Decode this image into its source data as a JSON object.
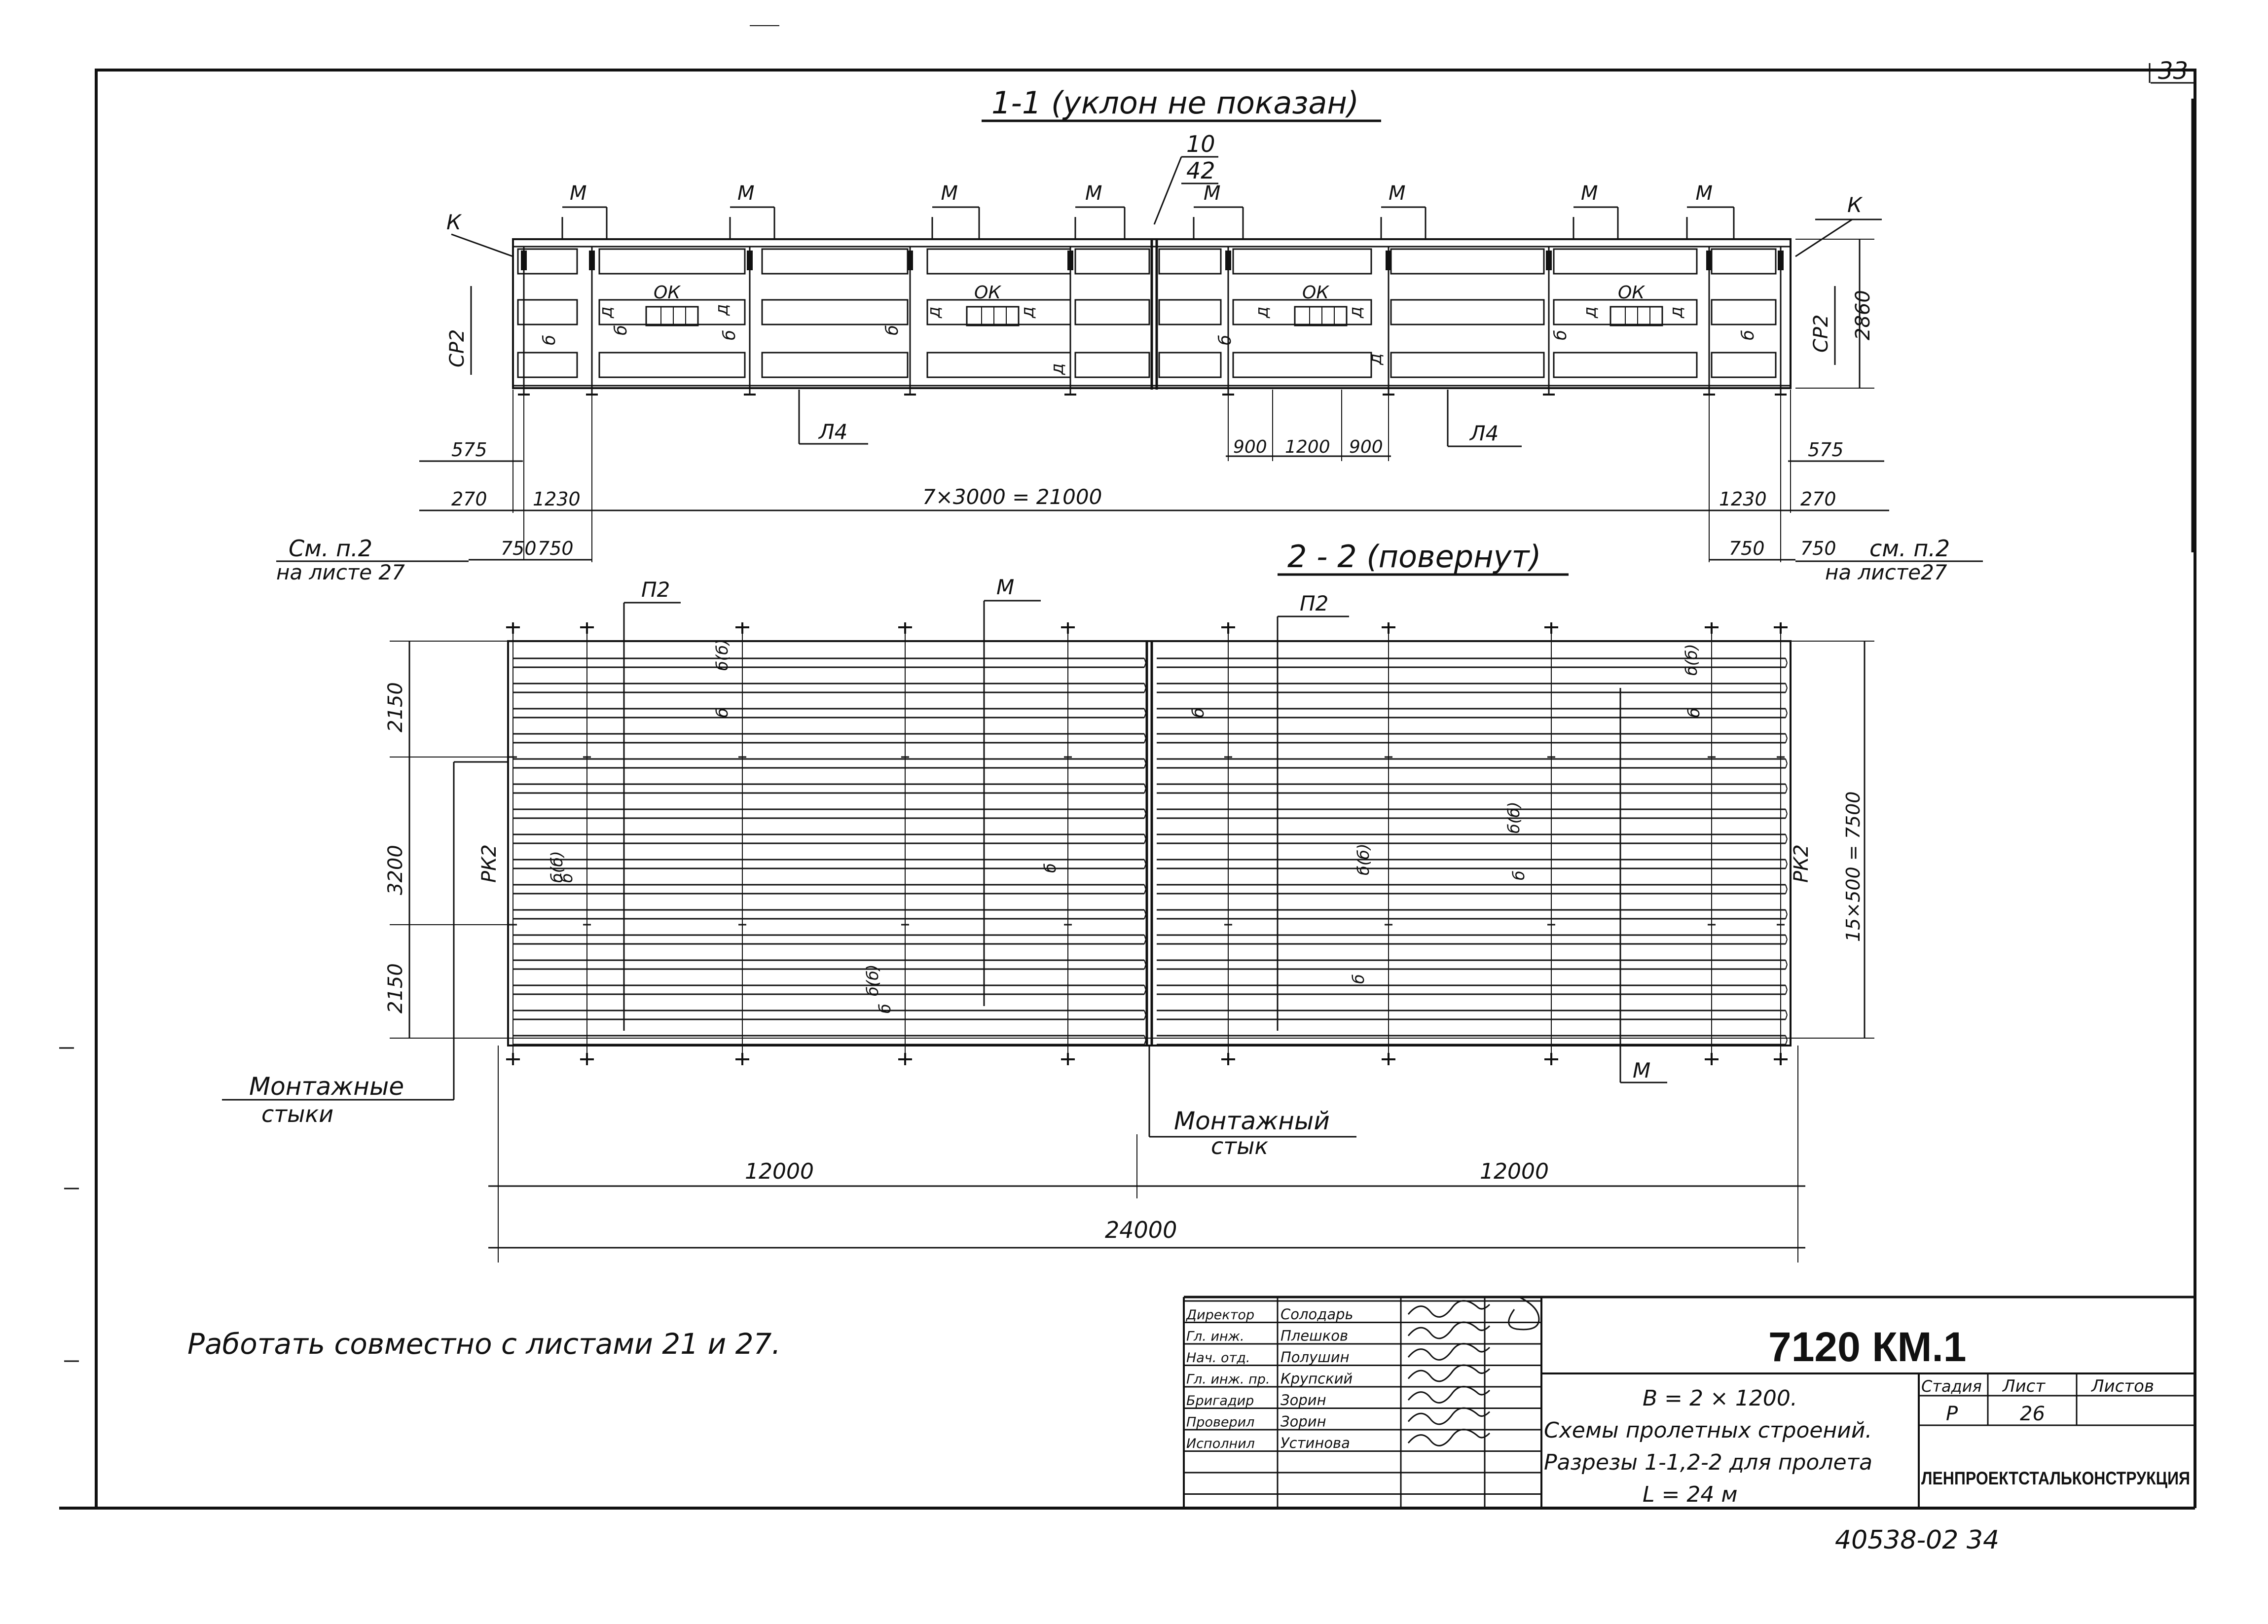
{
  "sheet": {
    "corner_page_number": "33",
    "bottom_archive_number": "40538-02 34",
    "note": "Работать совместно с листами 21 и 27."
  },
  "section_1_1": {
    "title": "1-1 (уклон не показан)",
    "top_dimension_upper": "10",
    "top_dimension_lower": "42",
    "mark_m": "М",
    "mark_k": "К",
    "mark_ok": "ОК",
    "mark_l4": "Л4",
    "mark_cr2": "СР2",
    "mark_b": "б",
    "mark_d": "д",
    "height_dimension": "2860",
    "dims_left": {
      "d575": "575",
      "d270": "270",
      "d1230": "1230",
      "d750": "750",
      "d750b": "750"
    },
    "dims_right": {
      "d575": "575",
      "d270": "270",
      "d1230": "1230",
      "d750": "750",
      "d750b": "750"
    },
    "span_dimension": "7×3000 = 21000",
    "mid_dims": {
      "a": "900",
      "b": "1200",
      "c": "900"
    },
    "ref_left_upper": "См. п.2",
    "ref_left_lower": "на листе 27",
    "ref_right_upper": "см. п.2",
    "ref_right_lower": "на листе27"
  },
  "section_2_2": {
    "title": "2 - 2 (повернут)",
    "mark_p2": "П2",
    "mark_m": "М",
    "mark_rk2": "РК2",
    "mark_b": "б",
    "mark_bb": "б(б)",
    "dims_left": {
      "top": "2150",
      "mid": "3200",
      "bot": "2150"
    },
    "dim_right": "15×500 = 7500",
    "joint_left": {
      "line1": "Монтажные",
      "line2": "стыки"
    },
    "joint_center": {
      "line1": "Монтажный",
      "line2": "стык"
    },
    "half_span_left": "12000",
    "half_span_right": "12000",
    "total_span": "24000"
  },
  "title_block": {
    "roles": [
      "Директор",
      "Гл. инж.",
      "Нач. отд.",
      "Гл. инж. пр.",
      "Бригадир",
      "Проверил",
      "Исполнил"
    ],
    "names": [
      "Солодарь",
      "Плешков",
      "Полушин",
      "Крупский",
      "Зорин",
      "Зорин",
      "Устинова"
    ],
    "document_code": "7120 КМ.1",
    "description_line1": "В = 2 × 1200.",
    "description_line2": "Схемы пролетных строений.",
    "description_line3": "Разрезы 1-1,2-2 для пролета",
    "description_line4": "L = 24 м",
    "stage_label": "Стадия",
    "sheet_label": "Лист",
    "sheets_label": "Листов",
    "stage_value": "Р",
    "sheet_value": "26",
    "sheets_value": "",
    "organization": "ЛЕНПРОЕКТСТАЛЬКОНСТРУКЦИЯ"
  }
}
